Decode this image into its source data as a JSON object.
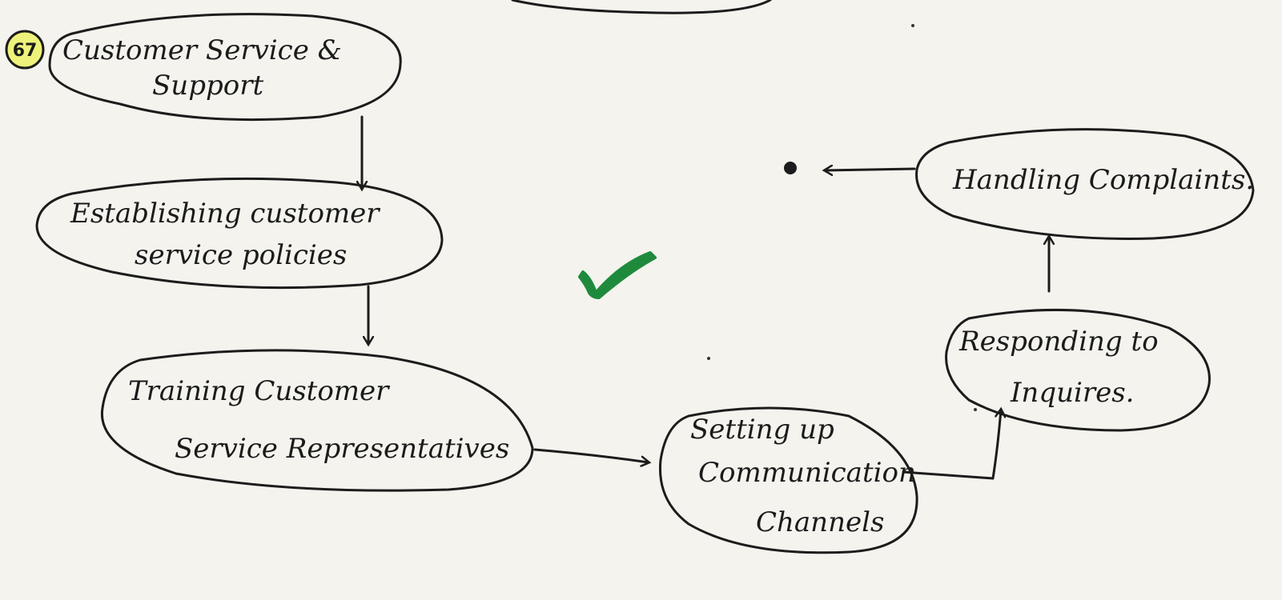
{
  "diagram": {
    "question_number": "67",
    "nodes": {
      "root": {
        "lines": [
          "Customer   Service &",
          "Support"
        ]
      },
      "policies": {
        "lines": [
          "Establishing  customer",
          "service  policies"
        ]
      },
      "training": {
        "lines": [
          "Training    Customer",
          "Service  Representatives"
        ]
      },
      "channels": {
        "lines": [
          "Setting up",
          "Communication",
          "Channels"
        ]
      },
      "inquiries": {
        "lines": [
          "Responding to",
          "Inquires."
        ]
      },
      "complaints": {
        "lines": [
          "Handling Complaints."
        ]
      }
    },
    "colors": {
      "ink": "#1c1c1c",
      "highlight": "#eef27a",
      "checkmark": "#1f8a3c",
      "paper": "#f4f3ee"
    }
  }
}
